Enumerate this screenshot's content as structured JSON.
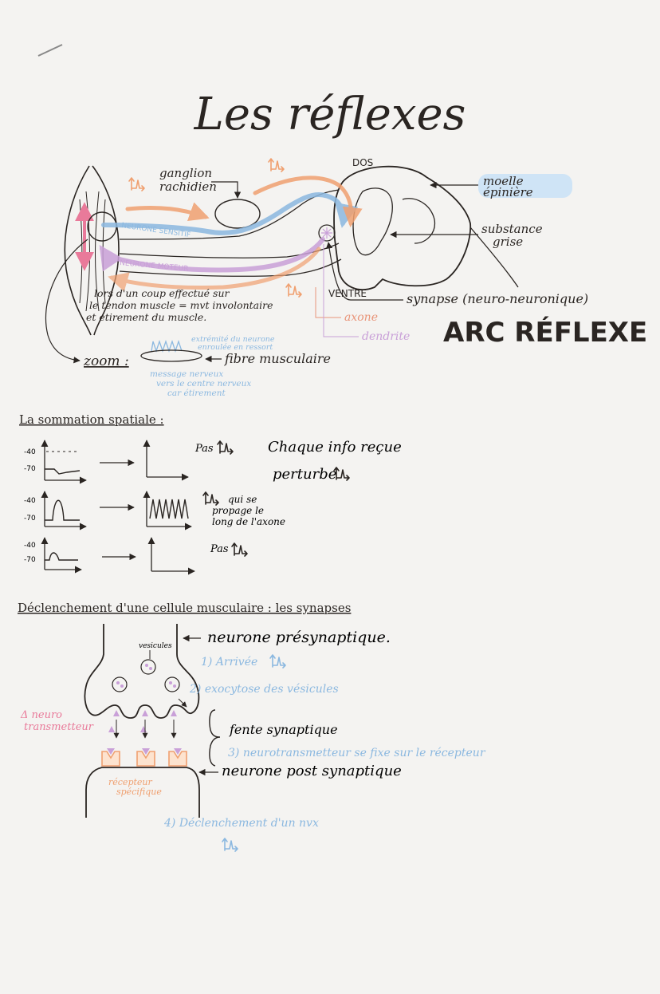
{
  "page": {
    "title": "Les réflexes",
    "colors": {
      "ink": "#2a2522",
      "sensory": "#8bb8e0",
      "motor": "#c9a0d8",
      "orange": "#f0a070",
      "pink": "#e97a9a",
      "blue_highlight": "#cfe4f6"
    }
  },
  "reflex": {
    "ganglion": "ganglion\nrachidien",
    "dos": "DOS",
    "ventre": "VENTRE",
    "moelle": "moelle\népinière",
    "substance": "substance\ngrise",
    "synapse": "synapse (neuro-neuronique)",
    "axone": "axone",
    "dendrite": "dendrite",
    "neurone_sensitif": "NEURONE SENSITIF",
    "neurone_moteur": "NEURONE MOTEUR",
    "description": [
      "lors d'un coup effectué sur",
      "le tendon muscle = mvt involontaire",
      "et étirement du muscle."
    ],
    "arc_reflexe": "ARC RÉFLEXE",
    "zoom": "zoom :",
    "fibre": "fibre musculaire",
    "extremite": [
      "extrémité du neurone",
      "enroulée en ressort"
    ],
    "message": [
      "message nerveux",
      "vers le centre nerveux",
      "car étirement"
    ],
    "ap_icon": "action-potential-icon"
  },
  "sommation": {
    "heading": "La sommation spatiale :",
    "rows": [
      {
        "ticks": [
          "-40",
          "-70"
        ],
        "note": "Pas"
      },
      {
        "ticks": [
          "-40",
          "-70"
        ],
        "note": "qui se\npropage le\nlong de l'axone"
      },
      {
        "ticks": [
          "-40",
          "-70"
        ],
        "note": "Pas"
      }
    ],
    "side_note": [
      "Chaque info reçue",
      "perturbe"
    ]
  },
  "synapse": {
    "heading": "Déclenchement d'une cellule musculaire : les synapses",
    "vesicules": "vesicules",
    "pre": "neurone présynaptique.",
    "step1": "1) Arrivée",
    "step2": "2) exocytose des vésicules",
    "neurotransmetteur": "Δ neuro\ntransmetteur",
    "fente": "fente synaptique",
    "step3": "3) neurotransmetteur se fixe sur le récepteur",
    "post": "neurone post synaptique",
    "recepteur": "récepteur\nspécifique",
    "step4": "4) Déclenchement d'un nvx"
  }
}
